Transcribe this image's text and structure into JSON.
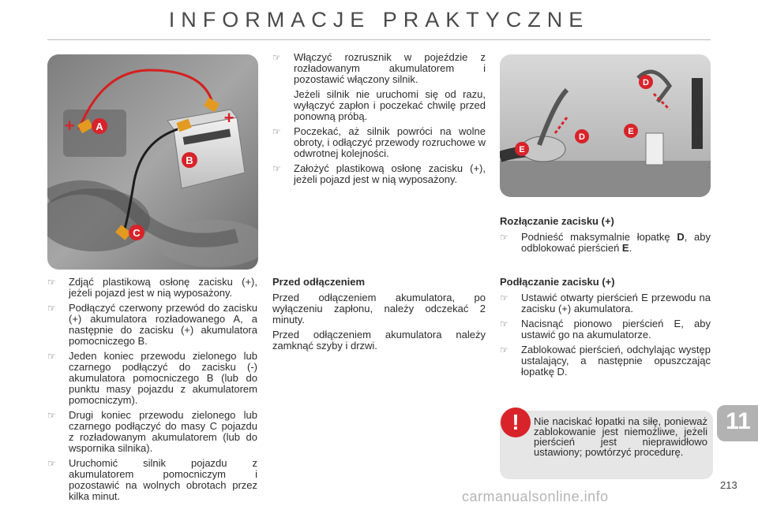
{
  "header": {
    "title": "INFORMACJE PRAKTYCZNE"
  },
  "figure_left": {
    "callouts": [
      "A",
      "B",
      "C"
    ],
    "plus_signs": [
      "+",
      "+"
    ]
  },
  "figure_right": {
    "callouts": [
      "D",
      "E",
      "D",
      "E"
    ]
  },
  "col_left": {
    "items": [
      "Zdjąć plastikową osłonę zacisku (+), jeżeli pojazd jest w nią wyposażony.",
      "Podłączyć czerwony przewód do zacisku (+) akumulatora rozładowanego A, a następnie do zacisku (+) akumulatora pomocniczego B.",
      "Jeden koniec przewodu zielonego lub czarnego podłączyć do zacisku (-) akumulatora pomocniczego B (lub do punktu masy pojazdu z akumulatorem pomocniczym).",
      "Drugi koniec przewodu zielonego lub czarnego podłączyć do masy C pojazdu z rozładowanym akumulatorem (lub do wspornika silnika).",
      "Uruchomić silnik pojazdu z akumulatorem pomocniczym i pozostawić na wolnych obrotach przez kilka minut."
    ]
  },
  "col_mid_top": {
    "item1": "Włączyć rozrusznik w pojeździe z rozładowanym akumulatorem i pozostawić włączony silnik.",
    "item1_note": "Jeżeli silnik nie uruchomi się od razu, wyłączyć zapłon i poczekać chwilę przed ponowną próbą.",
    "item2": "Poczekać, aż silnik powróci na wolne obroty, i odłączyć przewody rozruchowe w odwrotnej kolejności.",
    "item3": "Założyć plastikową osłonę zacisku (+), jeżeli pojazd jest w nią wyposażony."
  },
  "col_mid_bottom": {
    "heading": "Przed odłączeniem",
    "p1": "Przed odłączeniem akumulatora, po wyłączeniu zapłonu, należy odczekać 2 minuty.",
    "p2": "Przed odłączeniem akumulatora należy zamknąć szyby i drzwi."
  },
  "col_right": {
    "disconnect_heading": "Rozłączanie zacisku (+)",
    "disconnect_item_pre": "Podnieść maksymalnie łopatkę",
    "disconnect_item_b1": "D",
    "disconnect_item_mid": ", aby odblokować pierścień",
    "disconnect_item_b2": "E",
    "disconnect_item_post": ".",
    "connect_heading": "Podłączanie zacisku (+)",
    "connect_items": [
      "Ustawić otwarty pierścień E przewodu na zacisku (+) akumulatora.",
      "Nacisnąć pionowo pierścień E, aby ustawić go na akumulatorze.",
      "Zablokować pierścień, odchylając występ ustalający, a następnie opuszczając łopatkę D."
    ]
  },
  "warning": {
    "icon": "!",
    "text": "Nie naciskać łopatki na siłę, ponieważ zablokowanie jest niemożliwe, jeżeli pierścień jest nieprawidłowo ustawiony; powtórzyć procedurę."
  },
  "chapter_tab": "11",
  "page_number": "213",
  "watermark": "carmanualsonline.info",
  "colors": {
    "accent_red": "#d8232a",
    "tab_grey": "#b2b2b2"
  }
}
